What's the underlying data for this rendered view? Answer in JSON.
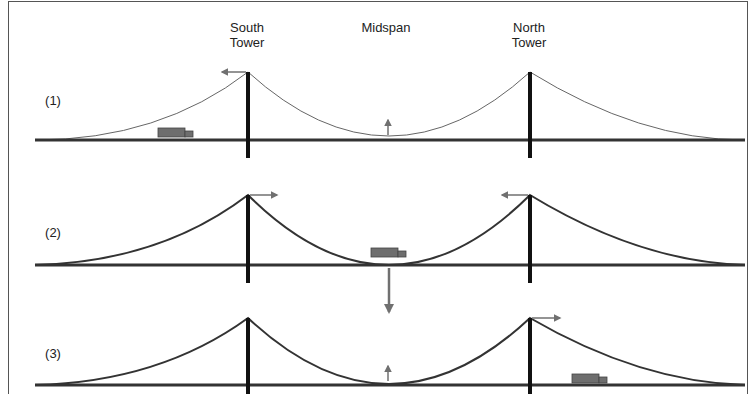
{
  "diagram": {
    "labels": [
      "South Tower",
      "Midspan",
      "North Tower",
      "(1)",
      "(2)",
      "(3)"
    ]
  }
}
